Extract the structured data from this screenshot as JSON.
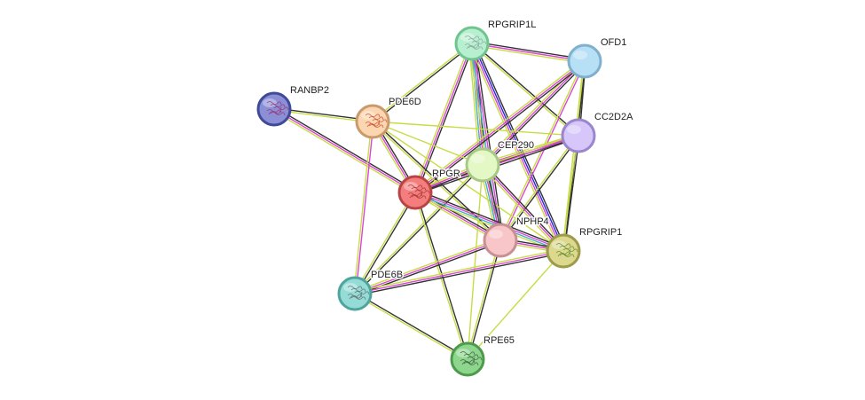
{
  "network": {
    "edge_colors": {
      "coexpression": "#333333",
      "textmining": "#c8dc46",
      "experiments": "#d946d6",
      "databases": "#3fb0c8",
      "neighborhood": "#2a2ae0"
    },
    "nodes": [
      {
        "id": "RPGRIP1L",
        "label": "RPGRIP1L",
        "fill": "#b7f0cf",
        "stroke": "#6fc48f",
        "icon": "protein-structure-icon",
        "icon_color": "#8aa0a0"
      },
      {
        "id": "OFD1",
        "label": "OFD1",
        "fill": "#b7dff6",
        "stroke": "#7fb0cc",
        "icon": "none",
        "icon_color": ""
      },
      {
        "id": "RANBP2",
        "label": "RANBP2",
        "fill": "#8a8fd6",
        "stroke": "#3f4a99",
        "icon": "protein-structure-icon",
        "icon_color": "#9a3070"
      },
      {
        "id": "PDE6D",
        "label": "PDE6D",
        "fill": "#fbd6b0",
        "stroke": "#c99a6c",
        "icon": "protein-structure-icon",
        "icon_color": "#c84a2a"
      },
      {
        "id": "CC2D2A",
        "label": "CC2D2A",
        "fill": "#d6c6fa",
        "stroke": "#9a86cc",
        "icon": "none",
        "icon_color": ""
      },
      {
        "id": "CEP290",
        "label": "CEP290",
        "fill": "#e4f8c6",
        "stroke": "#a8c888",
        "icon": "none",
        "icon_color": ""
      },
      {
        "id": "RPGR",
        "label": "RPGR",
        "fill": "#f47e7e",
        "stroke": "#b84545",
        "icon": "protein-structure-icon",
        "icon_color": "#a33030"
      },
      {
        "id": "NPHP4",
        "label": "NPHP4",
        "fill": "#f8c6c8",
        "stroke": "#c89093",
        "icon": "none",
        "icon_color": ""
      },
      {
        "id": "RPGRIP1",
        "label": "RPGRIP1",
        "fill": "#dcd88e",
        "stroke": "#9d9a4a",
        "icon": "protein-structure-icon",
        "icon_color": "#5a8a2a"
      },
      {
        "id": "PDE6B",
        "label": "PDE6B",
        "fill": "#96dcd6",
        "stroke": "#4fa49e",
        "icon": "protein-structure-icon",
        "icon_color": "#5a6a70"
      },
      {
        "id": "RPE65",
        "label": "RPE65",
        "fill": "#8ed68e",
        "stroke": "#4c9a4c",
        "icon": "protein-structure-icon",
        "icon_color": "#3a5a3a"
      }
    ],
    "edges": [
      {
        "source": "RPGRIP1L",
        "target": "OFD1",
        "types": [
          "coexpression",
          "experiments",
          "textmining"
        ]
      },
      {
        "source": "RPGRIP1L",
        "target": "CC2D2A",
        "types": [
          "coexpression",
          "textmining"
        ]
      },
      {
        "source": "RPGRIP1L",
        "target": "PDE6D",
        "types": [
          "coexpression",
          "textmining"
        ]
      },
      {
        "source": "RPGRIP1L",
        "target": "CEP290",
        "types": [
          "coexpression",
          "experiments",
          "databases",
          "textmining"
        ]
      },
      {
        "source": "RPGRIP1L",
        "target": "RPGR",
        "types": [
          "coexpression",
          "experiments",
          "textmining"
        ]
      },
      {
        "source": "RPGRIP1L",
        "target": "NPHP4",
        "types": [
          "coexpression",
          "experiments",
          "databases",
          "textmining"
        ]
      },
      {
        "source": "RPGRIP1L",
        "target": "RPGRIP1",
        "types": [
          "coexpression",
          "neighborhood",
          "experiments",
          "textmining"
        ]
      },
      {
        "source": "OFD1",
        "target": "CC2D2A",
        "types": [
          "coexpression",
          "textmining"
        ]
      },
      {
        "source": "OFD1",
        "target": "CEP290",
        "types": [
          "coexpression",
          "experiments",
          "textmining"
        ]
      },
      {
        "source": "OFD1",
        "target": "RPGR",
        "types": [
          "coexpression",
          "experiments",
          "textmining"
        ]
      },
      {
        "source": "OFD1",
        "target": "NPHP4",
        "types": [
          "experiments",
          "textmining"
        ]
      },
      {
        "source": "OFD1",
        "target": "RPGRIP1",
        "types": [
          "coexpression",
          "textmining"
        ]
      },
      {
        "source": "RANBP2",
        "target": "PDE6D",
        "types": [
          "coexpression",
          "textmining"
        ]
      },
      {
        "source": "RANBP2",
        "target": "RPGR",
        "types": [
          "coexpression",
          "experiments",
          "textmining"
        ]
      },
      {
        "source": "PDE6D",
        "target": "RPGR",
        "types": [
          "coexpression",
          "experiments",
          "textmining"
        ]
      },
      {
        "source": "PDE6D",
        "target": "CEP290",
        "types": [
          "textmining"
        ]
      },
      {
        "source": "PDE6D",
        "target": "CC2D2A",
        "types": [
          "textmining"
        ]
      },
      {
        "source": "PDE6D",
        "target": "NPHP4",
        "types": [
          "coexpression",
          "textmining"
        ]
      },
      {
        "source": "PDE6D",
        "target": "RPGRIP1",
        "types": [
          "textmining"
        ]
      },
      {
        "source": "PDE6D",
        "target": "PDE6B",
        "types": [
          "experiments",
          "textmining"
        ]
      },
      {
        "source": "CC2D2A",
        "target": "CEP290",
        "types": [
          "coexpression",
          "experiments",
          "textmining"
        ]
      },
      {
        "source": "CC2D2A",
        "target": "RPGR",
        "types": [
          "coexpression",
          "experiments",
          "textmining"
        ]
      },
      {
        "source": "CC2D2A",
        "target": "NPHP4",
        "types": [
          "coexpression",
          "textmining"
        ]
      },
      {
        "source": "CC2D2A",
        "target": "RPGRIP1",
        "types": [
          "coexpression",
          "textmining"
        ]
      },
      {
        "source": "CEP290",
        "target": "RPGR",
        "types": [
          "coexpression",
          "experiments",
          "textmining"
        ]
      },
      {
        "source": "CEP290",
        "target": "NPHP4",
        "types": [
          "coexpression",
          "experiments",
          "databases",
          "textmining"
        ]
      },
      {
        "source": "CEP290",
        "target": "RPGRIP1",
        "types": [
          "coexpression",
          "experiments",
          "textmining"
        ]
      },
      {
        "source": "CEP290",
        "target": "PDE6B",
        "types": [
          "coexpression",
          "textmining"
        ]
      },
      {
        "source": "CEP290",
        "target": "RPE65",
        "types": [
          "textmining"
        ]
      },
      {
        "source": "RPGR",
        "target": "NPHP4",
        "types": [
          "coexpression",
          "experiments",
          "textmining"
        ]
      },
      {
        "source": "RPGR",
        "target": "RPGRIP1",
        "types": [
          "coexpression",
          "experiments",
          "databases",
          "textmining"
        ]
      },
      {
        "source": "RPGR",
        "target": "PDE6B",
        "types": [
          "coexpression",
          "textmining"
        ]
      },
      {
        "source": "RPGR",
        "target": "RPE65",
        "types": [
          "coexpression",
          "textmining"
        ]
      },
      {
        "source": "NPHP4",
        "target": "RPGRIP1",
        "types": [
          "coexpression",
          "experiments",
          "textmining"
        ]
      },
      {
        "source": "NPHP4",
        "target": "PDE6B",
        "types": [
          "coexpression",
          "experiments",
          "textmining"
        ]
      },
      {
        "source": "NPHP4",
        "target": "RPE65",
        "types": [
          "coexpression",
          "textmining"
        ]
      },
      {
        "source": "RPGRIP1",
        "target": "PDE6B",
        "types": [
          "coexpression",
          "experiments",
          "textmining"
        ]
      },
      {
        "source": "RPGRIP1",
        "target": "RPE65",
        "types": [
          "textmining"
        ]
      },
      {
        "source": "PDE6B",
        "target": "RPE65",
        "types": [
          "coexpression",
          "textmining"
        ]
      }
    ]
  }
}
